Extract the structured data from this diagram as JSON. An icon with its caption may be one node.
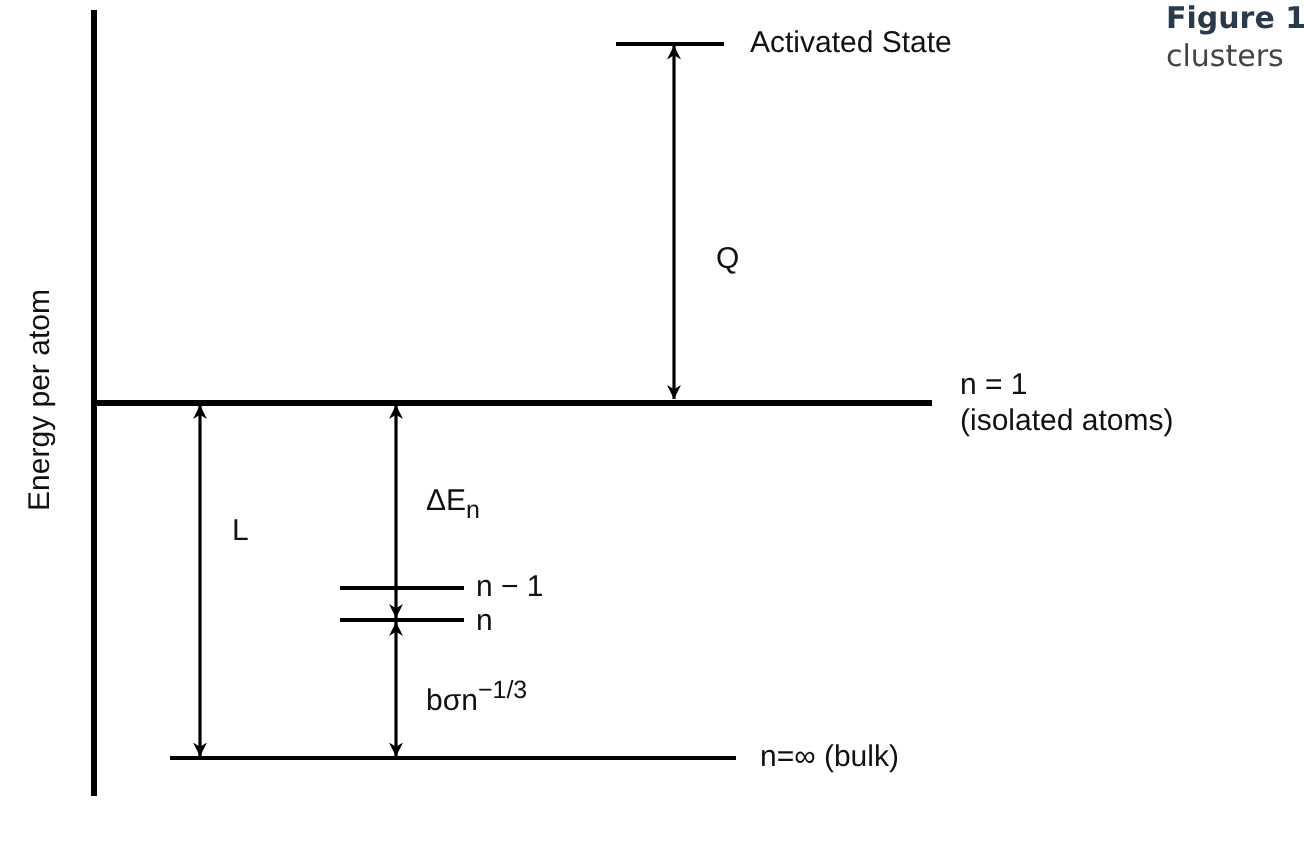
{
  "diagram": {
    "nodes": [
      {
        "text": [
          "Activated State"
        ]
      },
      {
        "text": [
          "n = 1",
          "(isolated atoms)"
        ]
      },
      {
        "text": [
          "n − 1"
        ]
      },
      {
        "text": [
          "n"
        ]
      },
      {
        "text": [
          "n=∞ (bulk)"
        ]
      }
    ],
    "edges": [
      {
        "from": 0,
        "to": 1,
        "arrow": "both",
        "label": "Q"
      },
      {
        "from": 1,
        "to": 4,
        "arrow": "both",
        "label": "L"
      },
      {
        "from": 1,
        "to": 3,
        "arrow": "both",
        "label": "ΔE$_{n}$"
      },
      {
        "from": 3,
        "to": 4,
        "arrow": "both",
        "label": "bσn$^{−1/3}$"
      }
    ],
    "labels": [
      "Figure 1",
      "clusters",
      "Energy per atom"
    ]
  }
}
